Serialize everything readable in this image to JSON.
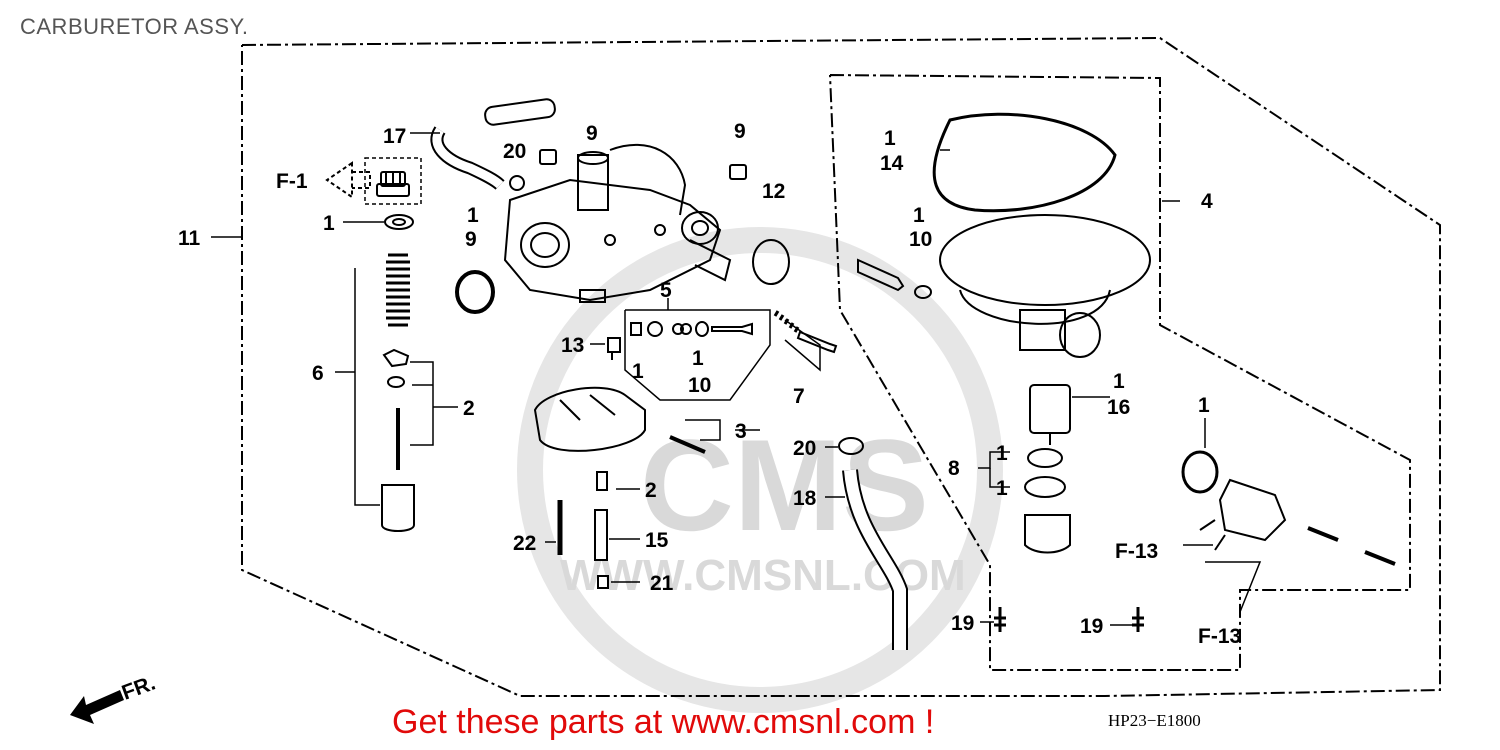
{
  "page": {
    "title": "CARBURETOR ASSY.",
    "promo_text": "Get these parts at www.cmsnl.com !",
    "doc_code": "HP23−E1800"
  },
  "watermark": {
    "brand": "CMS",
    "url": "WWW.CMSNL.COM",
    "color": "#d9d9d9"
  },
  "direction_marker": {
    "label": "FR."
  },
  "references": {
    "f1": "F-1",
    "f13_a": "F-13",
    "f13_b": "F-13"
  },
  "callouts": {
    "c17": "17",
    "c9a": "9",
    "c20a": "20",
    "c9b": "9",
    "c12": "12",
    "c1_14": "1",
    "c14": "14",
    "c4": "4",
    "c11": "11",
    "c1a": "1",
    "c1b": "1",
    "c9c": "9",
    "c1c": "1",
    "c10a": "10",
    "c5": "5",
    "c13": "13",
    "c1d": "1",
    "c1e": "1",
    "c10b": "10",
    "c7": "7",
    "c6": "6",
    "c2a": "2",
    "c3": "3",
    "c1f": "1",
    "c16": "16",
    "c1g": "1",
    "c20b": "20",
    "c18": "18",
    "c8": "8",
    "c1h": "1",
    "c1i": "1",
    "c2b": "2",
    "c22": "22",
    "c15": "15",
    "c21": "21",
    "c19a": "19",
    "c19b": "19"
  },
  "colors": {
    "line": "#000000",
    "promo": "#e10a0a",
    "title": "#555555"
  }
}
